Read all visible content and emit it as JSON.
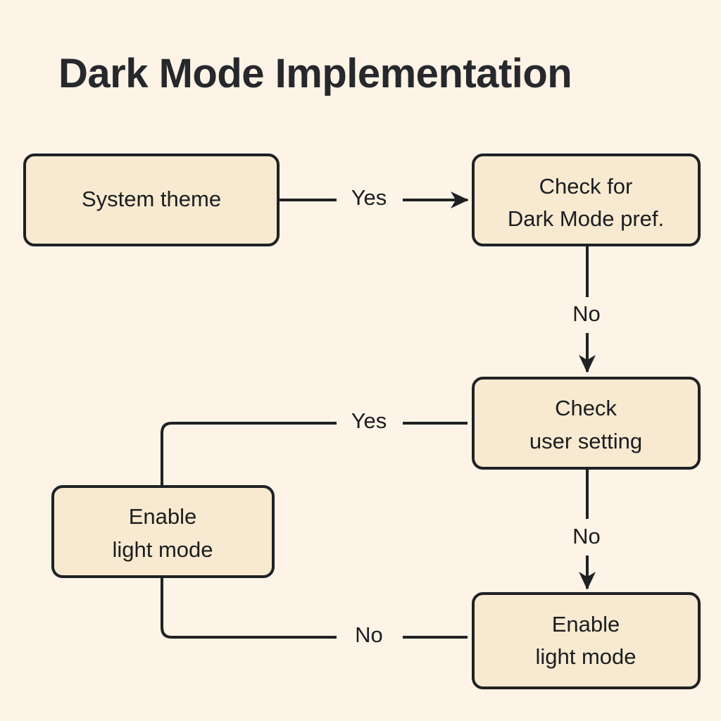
{
  "diagram": {
    "title": "Dark Mode Implementation",
    "background_color": "#fdf4e7",
    "node_fill_color": "#f7ead0",
    "stroke_color": "#1f2124",
    "text_color": "#1b1d20",
    "type": "flowchart",
    "nodes": [
      {
        "id": "system-theme",
        "lines": [
          "System theme"
        ],
        "shape": "rounded-rect"
      },
      {
        "id": "check-dark-mode-pref",
        "lines": [
          "Check for",
          "Dark Mode pref."
        ],
        "shape": "rounded-rect"
      },
      {
        "id": "check-user-setting",
        "lines": [
          "Check",
          "user setting"
        ],
        "shape": "rounded-rect"
      },
      {
        "id": "enable-light-mode-left",
        "lines": [
          "Enable",
          "light mode"
        ],
        "shape": "rounded-rect"
      },
      {
        "id": "enable-light-mode-bottom",
        "lines": [
          "Enable",
          "light mode"
        ],
        "shape": "rounded-rect"
      }
    ],
    "edges": [
      {
        "id": "system-theme-to-check-pref",
        "label": "Yes",
        "from": "system-theme",
        "to": "check-dark-mode-pref",
        "direction": "right"
      },
      {
        "id": "check-pref-to-check-user-setting",
        "label": "No",
        "from": "check-dark-mode-pref",
        "to": "check-user-setting",
        "direction": "down"
      },
      {
        "id": "check-user-setting-to-enable-light-left",
        "label": "Yes",
        "from": "check-user-setting",
        "to": "enable-light-mode-left",
        "direction": "left-down"
      },
      {
        "id": "check-user-setting-to-enable-light-bottom",
        "label": "No",
        "from": "check-user-setting",
        "to": "enable-light-mode-bottom",
        "direction": "down"
      },
      {
        "id": "enable-light-left-to-enable-light-bottom",
        "label": "No",
        "from": "enable-light-mode-left",
        "to": "enable-light-mode-bottom",
        "direction": "down-right"
      }
    ]
  }
}
